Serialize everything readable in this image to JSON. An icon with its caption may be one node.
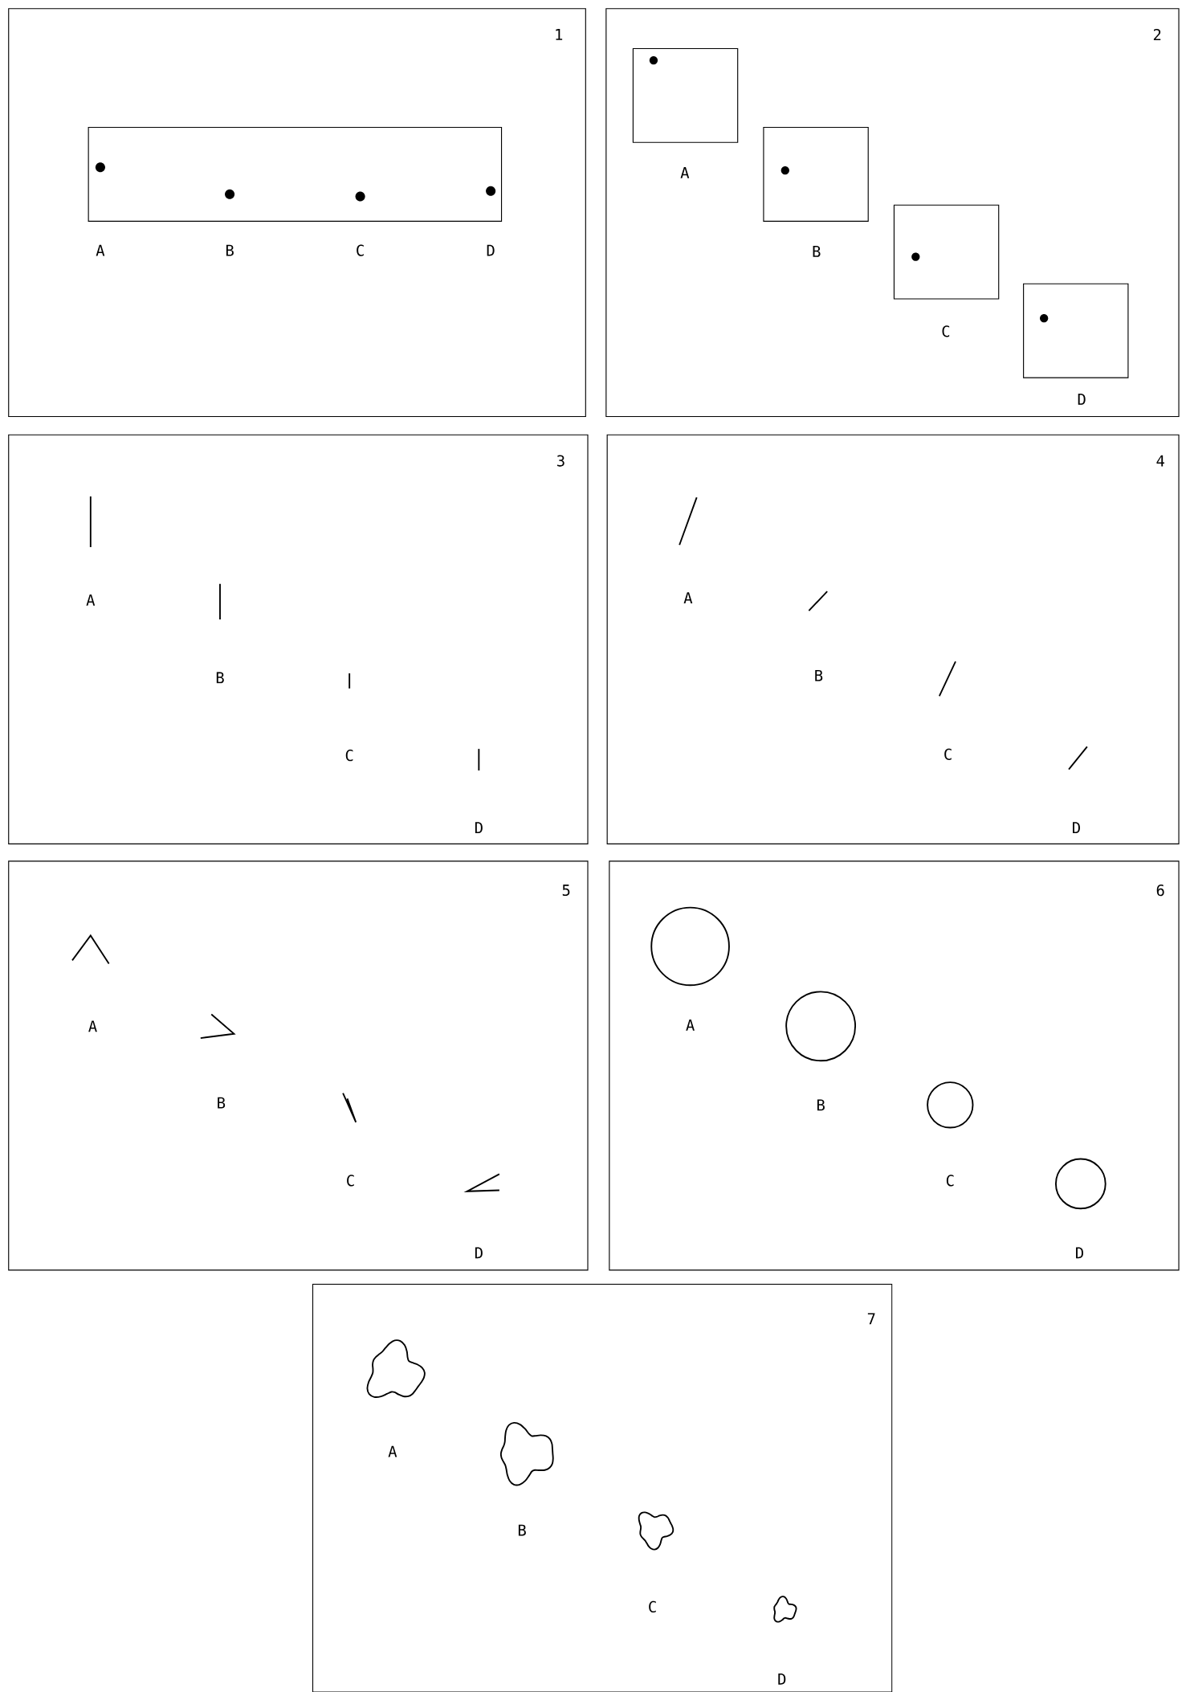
{
  "diagram": {
    "nodes": [
      {
        "text": [
          "1",
          "A",
          "B",
          "C",
          "D"
        ]
      },
      {
        "text": [
          "2",
          "A",
          "B",
          "C",
          "D"
        ]
      },
      {
        "text": [
          "3",
          "A",
          "B",
          "C",
          "D"
        ]
      },
      {
        "text": [
          "4",
          "A",
          "B",
          "C",
          "D"
        ]
      },
      {
        "text": [
          "5",
          "A",
          "B",
          "C",
          "D"
        ]
      },
      {
        "text": [
          "6",
          "A",
          "B",
          "C",
          "D"
        ]
      },
      {
        "text": [
          "7",
          "A",
          "B",
          "C",
          "D"
        ]
      }
    ]
  }
}
